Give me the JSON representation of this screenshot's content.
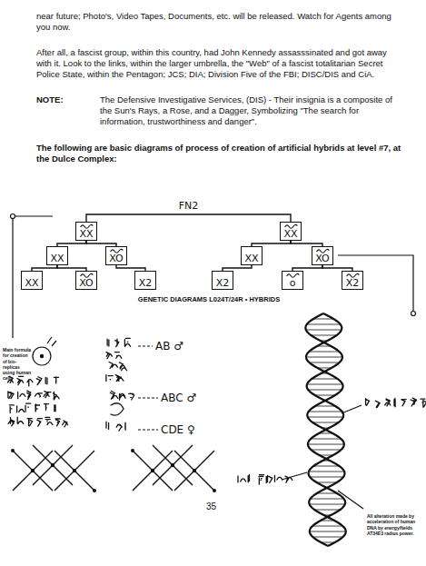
{
  "diagram": {
    "title": "The following are basic diagrams of process of creation of artificial hybrids at level #7, at the Dulce Complex:",
    "caption": "GENETIC DIAGRAMS L024T/24R • HYBRIDS",
    "nodes": [
      {
        "text": [
          "XX"
        ]
      },
      {
        "text": [
          "XX"
        ]
      },
      {
        "text": [
          "XX"
        ]
      },
      {
        "text": [
          "XO"
        ]
      },
      {
        "text": [
          "XX"
        ]
      },
      {
        "text": [
          "XO"
        ]
      },
      {
        "text": [
          "XX"
        ]
      },
      {
        "text": [
          "XO"
        ]
      },
      {
        "text": [
          "X2"
        ]
      },
      {
        "text": [
          "X2"
        ]
      },
      {
        "text": [
          "o"
        ]
      },
      {
        "text": [
          "X2"
        ]
      }
    ],
    "edges": [
      {
        "from": 0,
        "to": 1,
        "label": "FN2",
        "arrow": "none"
      },
      {
        "from": 0,
        "to": 2,
        "arrow": "none"
      },
      {
        "from": 0,
        "to": 3,
        "arrow": "none"
      },
      {
        "from": 2,
        "to": 6,
        "arrow": "none"
      },
      {
        "from": 2,
        "to": 7,
        "arrow": "none"
      },
      {
        "from": 3,
        "to": 8,
        "arrow": "none"
      },
      {
        "from": 1,
        "to": 4,
        "arrow": "none"
      },
      {
        "from": 1,
        "to": 5,
        "arrow": "none"
      },
      {
        "from": 4,
        "to": 9,
        "arrow": "none"
      },
      {
        "from": 5,
        "to": 10,
        "arrow": "none"
      },
      {
        "from": 5,
        "to": 11,
        "arrow": "none"
      }
    ],
    "labels": [
      "near future; Photo's, Video Tapes, Documents, etc. will be released. Watch for Agents among you now.",
      "After all, a fascist group, within this country, had John Kennedy assasssinated and got away with it. Look to the links, within the larger umbrella, the \"Web\" of a fascist totalitarian Secret Police State, within the Pentagon; JCS; DIA; Division Five of the FBI; DISC/DIS and CiA.",
      "NOTE:",
      "The Defensive Investigative Services, (DIS) - Their insignia is a composite of the Sun's Rays, a Rose, and a Dagger, Symbolizing \"The search for information, trustworthiness and danger\".",
      "Main formula for creation of bio-replicas using human cells",
      "AB ♂",
      "ABC ♂",
      "CDE ♀",
      "35",
      "All alteration made by acceleration of human DNA by energy/fields AT34E3 radius power."
    ]
  }
}
